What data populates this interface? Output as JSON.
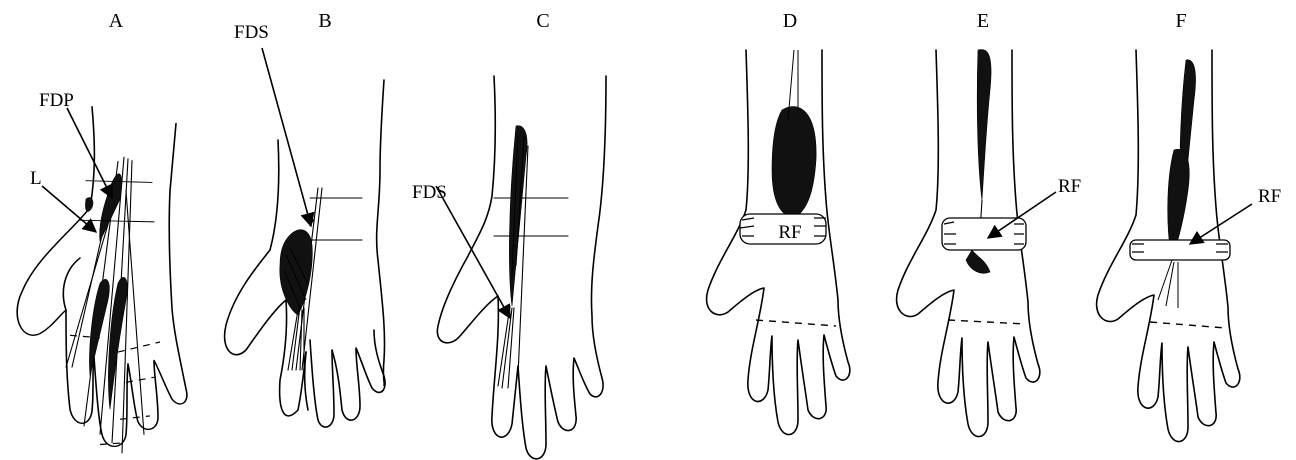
{
  "panels": [
    {
      "id": "A",
      "label": "A",
      "structures": [
        "FDP",
        "L"
      ]
    },
    {
      "id": "B",
      "label": "B",
      "structures": [
        "FDS"
      ]
    },
    {
      "id": "C",
      "label": "C",
      "structures": [
        "FDS"
      ]
    },
    {
      "id": "D",
      "label": "D",
      "structures": [
        "RF"
      ]
    },
    {
      "id": "E",
      "label": "E",
      "structures": [
        "RF"
      ]
    },
    {
      "id": "F",
      "label": "F",
      "structures": [
        "RF"
      ]
    }
  ]
}
